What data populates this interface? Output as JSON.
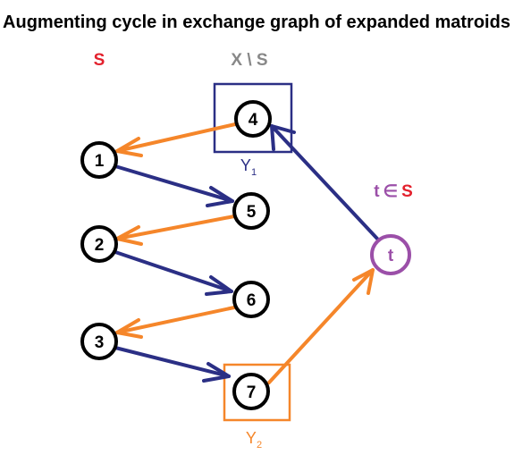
{
  "title": "Augmenting cycle in exchange graph of expanded matroids",
  "labels": {
    "s": "S",
    "x_minus_s": "X \\ S",
    "t_in_s": {
      "t": "t",
      "elem": "∈",
      "s": "S"
    },
    "y1": {
      "main": "Y",
      "sub": "1"
    },
    "y2": {
      "main": "Y",
      "sub": "2"
    }
  },
  "nodes": {
    "n1": "1",
    "n2": "2",
    "n3": "3",
    "n4": "4",
    "n5": "5",
    "n6": "6",
    "n7": "7",
    "t": "t"
  },
  "colors": {
    "navy": "#2b2f85",
    "orange": "#f5862a",
    "red": "#e3212d",
    "gray": "#888888",
    "purple": "#9b4fa8",
    "black": "#000000"
  }
}
